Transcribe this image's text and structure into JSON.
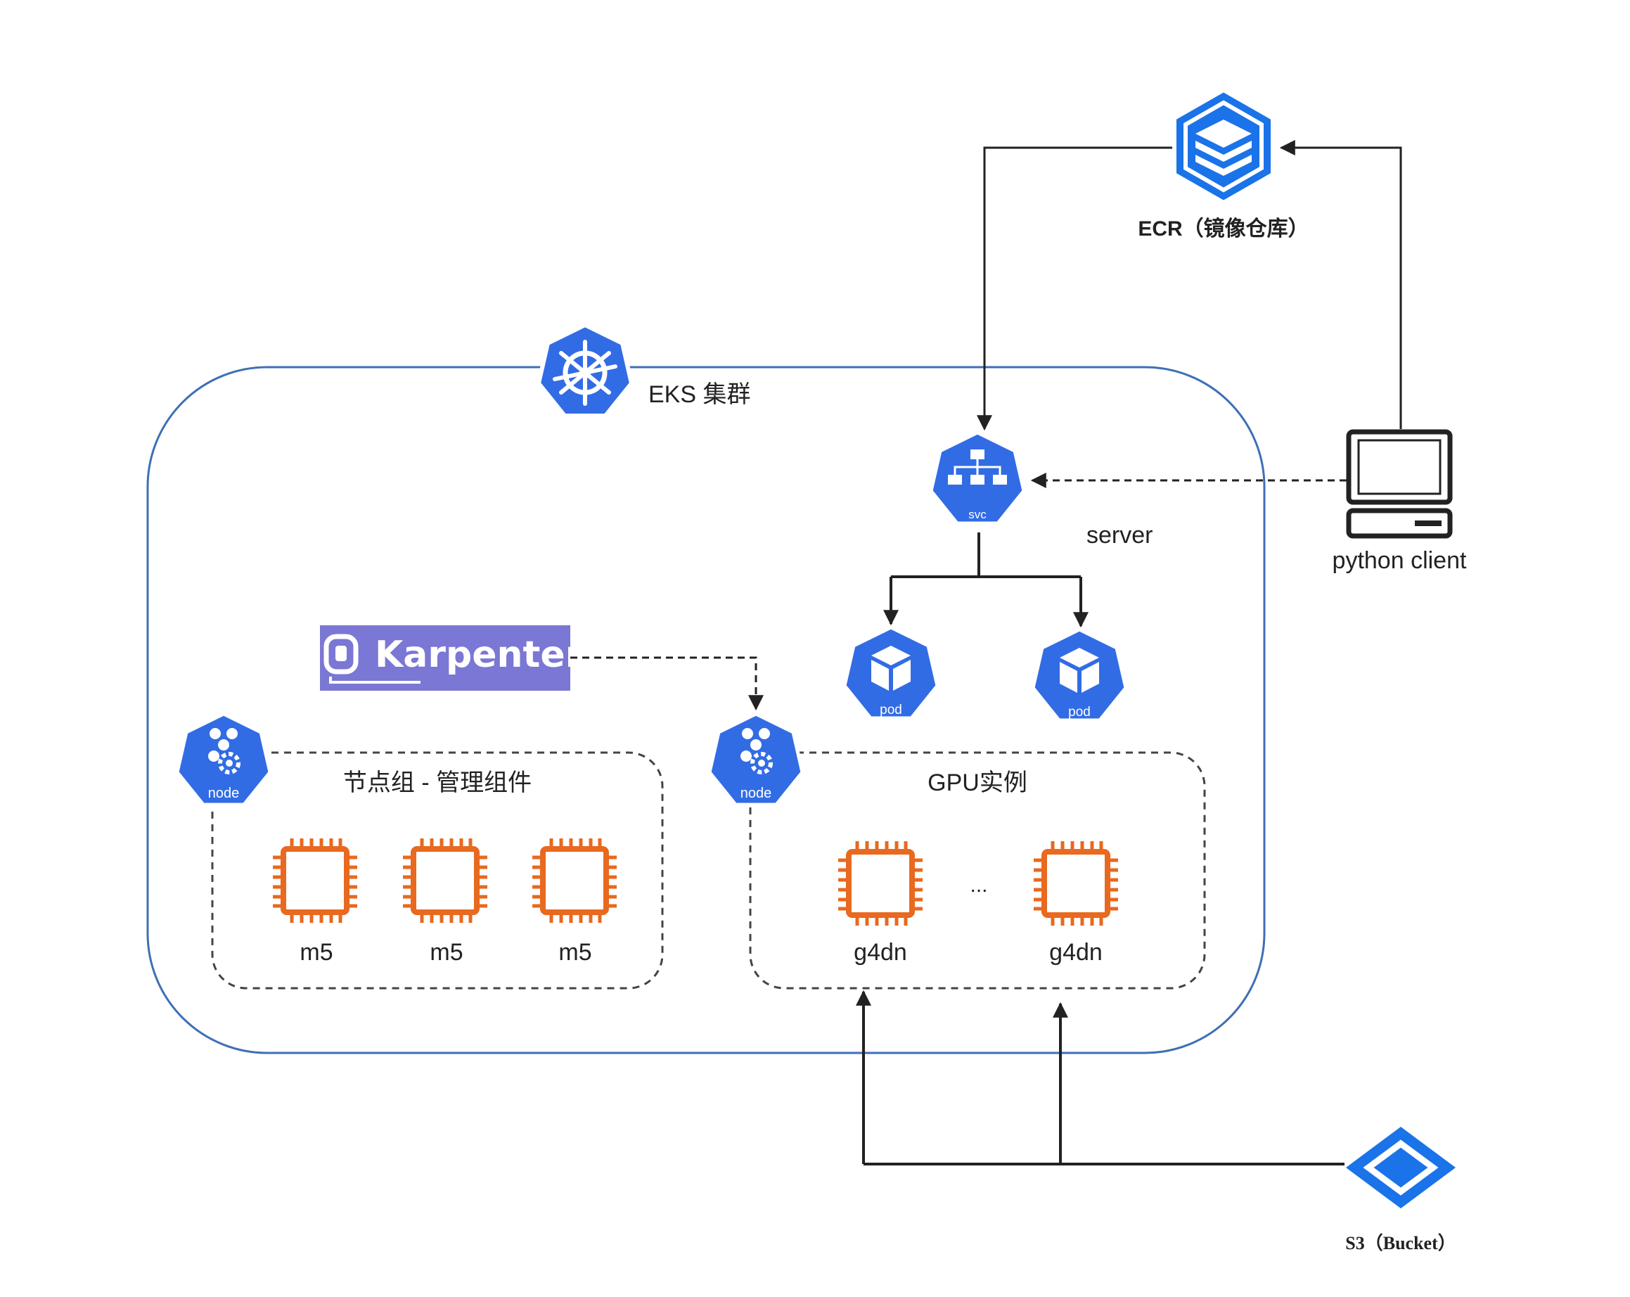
{
  "ecr": {
    "label": "ECR（镜像仓库）"
  },
  "eks": {
    "label": "EKS 集群"
  },
  "server": {
    "label": "server",
    "svc_label": "svc"
  },
  "pods": [
    {
      "label": "pod"
    },
    {
      "label": "pod"
    }
  ],
  "client": {
    "label": "python client"
  },
  "karpenter": {
    "label": "Karpenter"
  },
  "node_groups": [
    {
      "title": "节点组 - 管理组件",
      "node_label": "node",
      "instances": [
        "m5",
        "m5",
        "m5"
      ]
    },
    {
      "title": "GPU实例",
      "node_label": "node",
      "instances": [
        "g4dn",
        "g4dn"
      ],
      "ellipsis": "..."
    }
  ],
  "s3": {
    "label": "S3（Bucket）"
  },
  "colors": {
    "k8s_blue": "#326ce5",
    "aws_blue": "#1a73e8",
    "ec2_orange": "#e8691f",
    "karpenter_purple": "#7b77d4",
    "cluster_border": "#3f6fb5",
    "line": "#222222"
  },
  "icons": {
    "ecr": "ecr-stack-icon",
    "eks": "kubernetes-helm-icon",
    "svc": "service-network-icon",
    "pod": "pod-cube-icon",
    "node": "node-gear-icon",
    "instance": "ec2-chip-icon",
    "client": "desktop-computer-icon",
    "s3": "s3-bucket-icon"
  }
}
